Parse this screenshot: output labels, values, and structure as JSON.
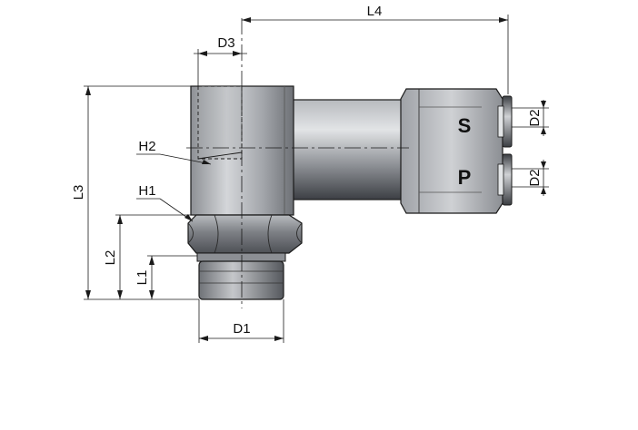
{
  "labels": {
    "L4": "L4",
    "D3": "D3",
    "H2": "H2",
    "H1": "H1",
    "L3": "L3",
    "L2": "L2",
    "L1": "L1",
    "D1": "D1",
    "D2_top": "D2",
    "D2_bottom": "D2",
    "port_s": "S",
    "port_p": "P"
  },
  "colors": {
    "outline": "#1a1a1a",
    "metal_light": "#c9cbce",
    "metal_mid": "#9a9da2",
    "metal_dark": "#4a4d52"
  }
}
